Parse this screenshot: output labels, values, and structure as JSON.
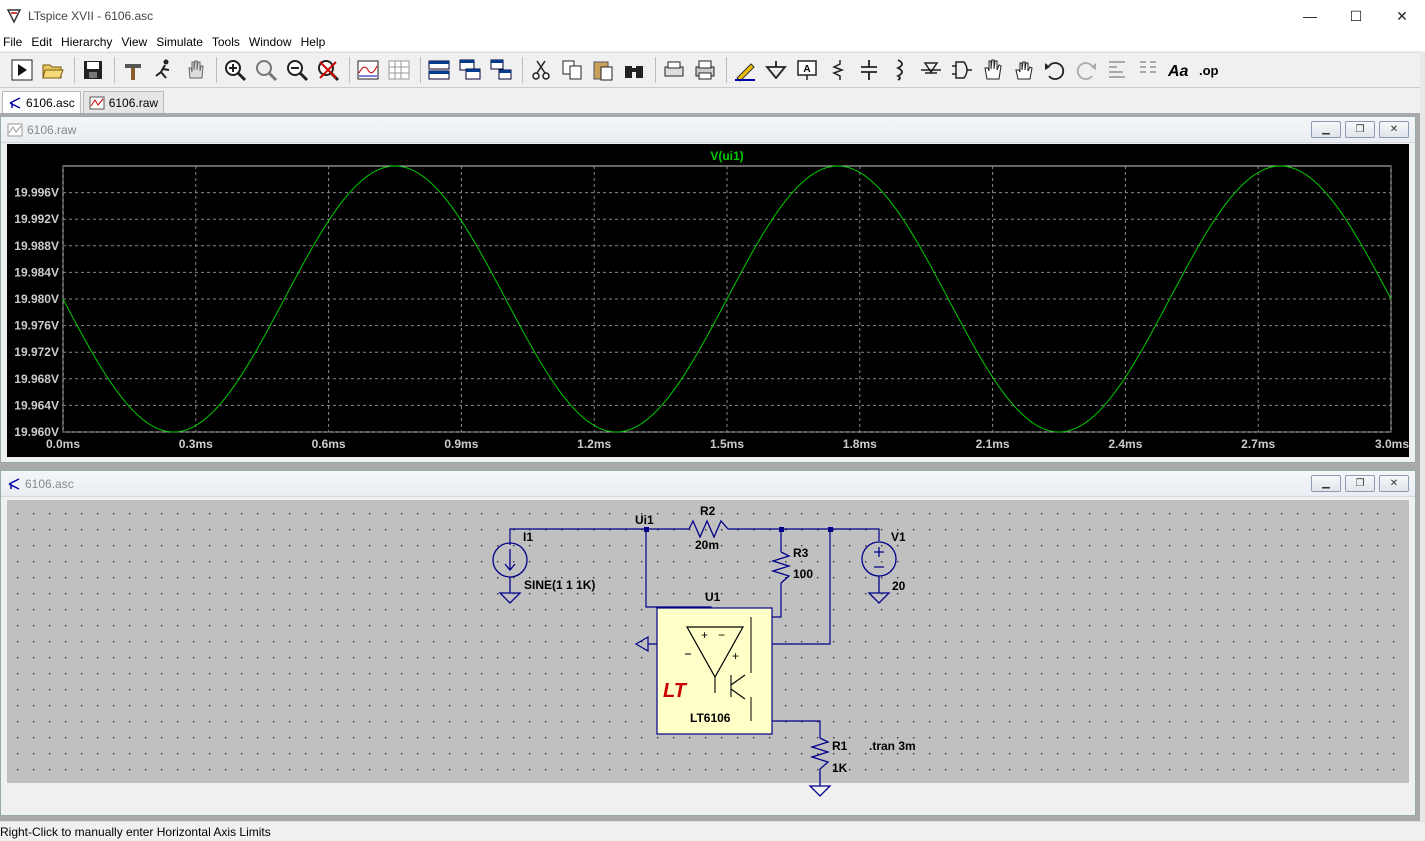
{
  "window": {
    "title": "LTspice XVII - 6106.asc",
    "minimize": "—",
    "maximize": "☐",
    "close": "✕"
  },
  "menu": [
    "File",
    "Edit",
    "Hierarchy",
    "View",
    "Simulate",
    "Tools",
    "Window",
    "Help"
  ],
  "toolbar_icons": [
    "run-icon",
    "open-icon",
    "save-icon",
    "settings-hammer-icon",
    "run-man-icon",
    "pan-hand-icon",
    "zoom-in-icon",
    "zoom-area-icon",
    "zoom-out-icon",
    "zoom-cancel-icon",
    "autorange-icon",
    "grid-icon",
    "tile-horizontal-icon",
    "cascade-icon",
    "tile-windows-icon",
    "cut-icon",
    "copy-icon",
    "paste-icon",
    "find-icon",
    "print-preview-icon",
    "print-icon",
    "draw-wire-icon",
    "ground-icon",
    "label-net-icon",
    "resistor-icon",
    "capacitor-icon",
    "inductor-icon",
    "diode-icon",
    "component-icon",
    "move-icon",
    "drag-icon",
    "undo-icon",
    "redo-icon",
    "rotate-icon",
    "mirror-icon",
    "text-icon",
    "spice-directive-icon"
  ],
  "tabs": [
    {
      "label": "6106.asc",
      "icon": "schematic-icon",
      "active": true
    },
    {
      "label": "6106.raw",
      "icon": "waveform-icon",
      "active": false
    }
  ],
  "plot_window": {
    "title": "6106.raw",
    "trace_label": "V(ui1)",
    "trace_color": "#00cc00"
  },
  "chart_data": {
    "type": "line",
    "title": "",
    "series": [
      {
        "name": "V(ui1)",
        "color": "#00cc00",
        "amplitude": 0.02,
        "offset": 19.98,
        "frequency_hz": 1000,
        "shape": "negative-sine"
      }
    ],
    "x_ticks": [
      "0.0ms",
      "0.3ms",
      "0.6ms",
      "0.9ms",
      "1.2ms",
      "1.5ms",
      "1.8ms",
      "2.1ms",
      "2.4ms",
      "2.7ms",
      "3.0ms"
    ],
    "y_ticks": [
      "19.996V",
      "19.992V",
      "19.988V",
      "19.984V",
      "19.980V",
      "19.976V",
      "19.972V",
      "19.968V",
      "19.964V",
      "19.960V"
    ],
    "xlim": [
      0,
      3.0
    ],
    "ylim": [
      19.96,
      20.0
    ],
    "x_unit": "ms",
    "grid": true
  },
  "schematic_window": {
    "title": "6106.asc"
  },
  "schematic": {
    "I1": {
      "name": "I1",
      "value": "SINE(1 1 1K)"
    },
    "R2": {
      "name": "R2",
      "value": "20m"
    },
    "R3": {
      "name": "R3",
      "value": "100"
    },
    "R1": {
      "name": "R1",
      "value": "1K"
    },
    "V1": {
      "name": "V1",
      "value": "20"
    },
    "U1": {
      "name": "U1",
      "part": "LT6106"
    },
    "net_label": "Ui1",
    "directive": ".tran 3m",
    "lt_logo": "LT"
  },
  "status": "Right-Click to manually enter Horizontal Axis Limits"
}
